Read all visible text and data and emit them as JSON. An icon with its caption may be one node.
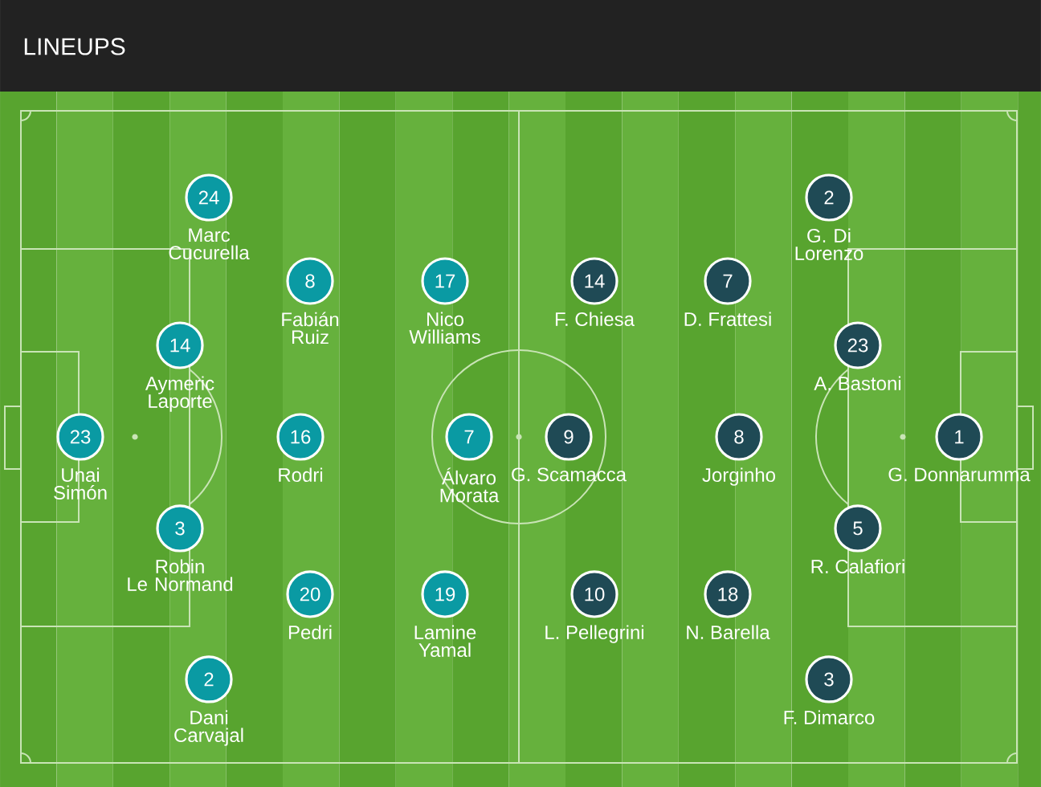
{
  "diagram": {
    "title": "LINEUPS",
    "nodes": [
      {
        "text": [
          "24"
        ],
        "beside": [
          "Marc Cucurella"
        ]
      },
      {
        "text": [
          "2"
        ],
        "beside": [
          "G. Di Lorenzo"
        ]
      },
      {
        "text": [
          "8"
        ],
        "beside": [
          "Fabián Ruiz"
        ]
      },
      {
        "text": [
          "17"
        ],
        "beside": [
          "Nico Williams"
        ]
      },
      {
        "text": [
          "14"
        ],
        "beside": [
          "F. Chiesa"
        ]
      },
      {
        "text": [
          "7"
        ],
        "beside": [
          "D. Frattesi"
        ]
      },
      {
        "text": [
          "14"
        ],
        "beside": [
          "Aymeric Laporte"
        ]
      },
      {
        "text": [
          "23"
        ],
        "beside": [
          "A. Bastoni"
        ]
      },
      {
        "text": [
          "23"
        ],
        "beside": [
          "Unai Simón"
        ]
      },
      {
        "text": [
          "16"
        ],
        "beside": [
          "Rodri"
        ]
      },
      {
        "text": [
          "7"
        ],
        "beside": [
          "Álvaro Morata"
        ]
      },
      {
        "text": [
          "9"
        ],
        "beside": [
          "G. Scamacca"
        ]
      },
      {
        "text": [
          "8"
        ],
        "beside": [
          "Jorginho"
        ]
      },
      {
        "text": [
          "1"
        ],
        "beside": [
          "G. Donnarumma"
        ]
      },
      {
        "text": [
          "3"
        ],
        "beside": [
          "Robin Le Normand"
        ]
      },
      {
        "text": [
          "5"
        ],
        "beside": [
          "R. Calafiori"
        ]
      },
      {
        "text": [
          "20"
        ],
        "beside": [
          "Pedri"
        ]
      },
      {
        "text": [
          "19"
        ],
        "beside": [
          "Lamine Yamal"
        ]
      },
      {
        "text": [
          "10"
        ],
        "beside": [
          "L. Pellegrini"
        ]
      },
      {
        "text": [
          "18"
        ],
        "beside": [
          "N. Barella"
        ]
      },
      {
        "text": [
          "2"
        ],
        "beside": [
          "Dani Carvajal"
        ]
      },
      {
        "text": [
          "3"
        ],
        "beside": [
          "F. Dimarco"
        ]
      }
    ]
  }
}
